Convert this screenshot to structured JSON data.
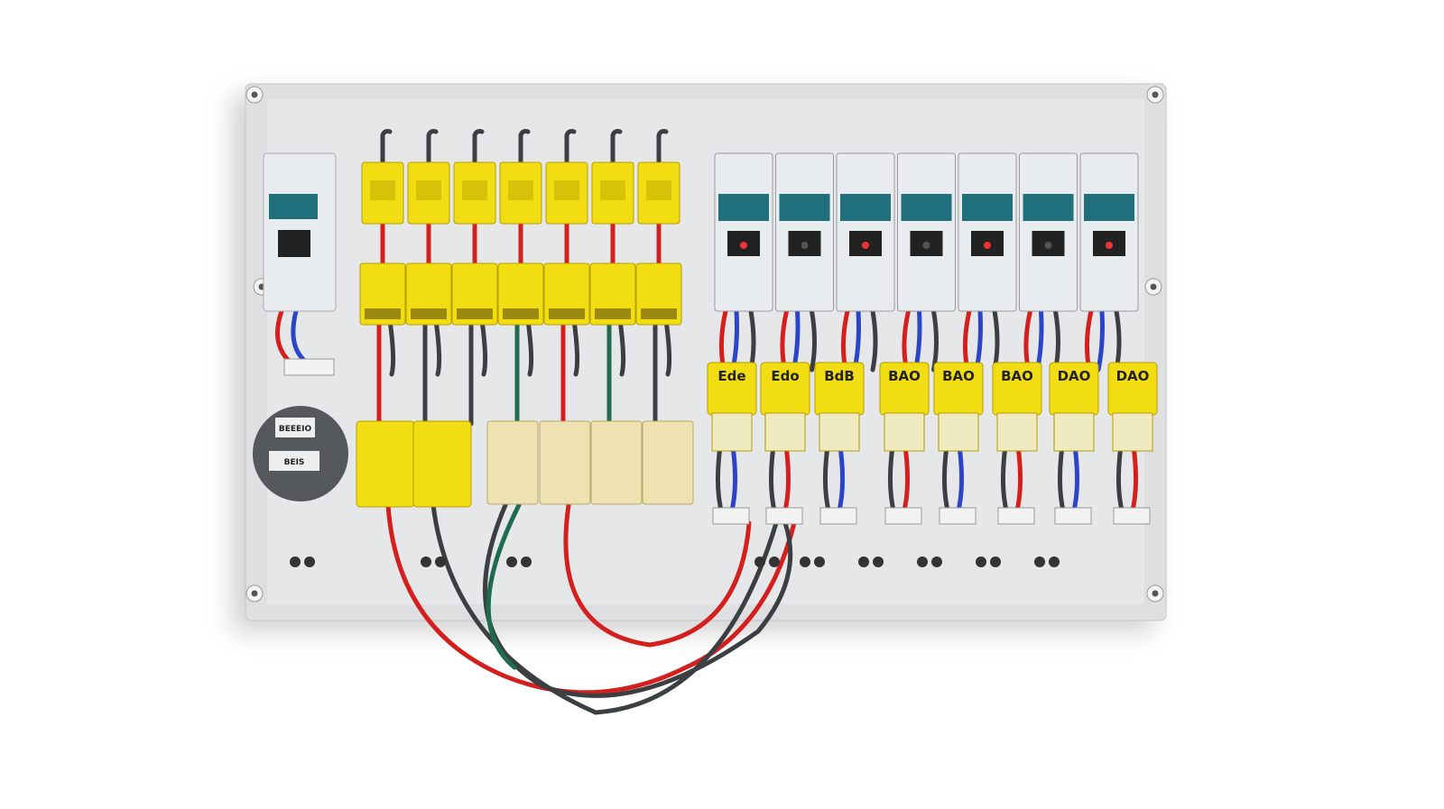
{
  "colors": {
    "panel": "#dedfe1",
    "panel_edge": "#c9cacc",
    "yellow": "#f2dc12",
    "beige": "#eee2b0",
    "breaker": "#e9ecef",
    "teal": "#1f6f7c",
    "wire_red": "#d3201e",
    "wire_black": "#3c3f42",
    "wire_green": "#1e6b4f",
    "wire_blue": "#2c45c8",
    "meter": "#55585b"
  },
  "top_terminal_blocks": {
    "count": 7
  },
  "breakers": {
    "count": 7
  },
  "connector_labels": [
    "Ede",
    "Edo",
    "BdB",
    "BAO",
    "BAO",
    "BAO",
    "DAO",
    "DAO"
  ],
  "meter_labels": [
    "BEEEIO",
    "BEIS"
  ]
}
